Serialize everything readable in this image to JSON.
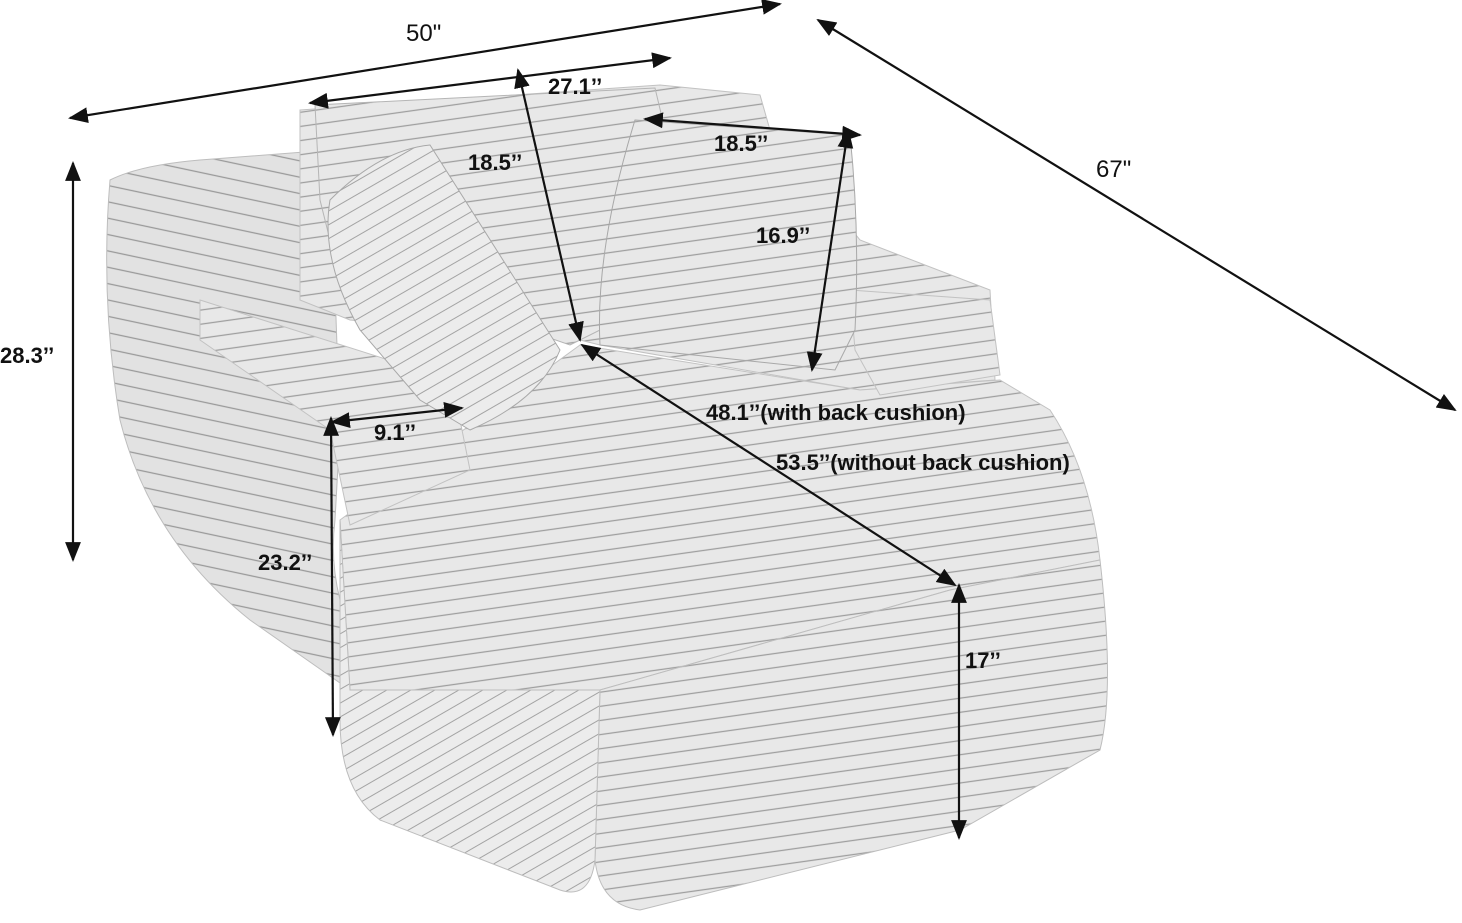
{
  "diagram": {
    "subject": "chaise lounge sofa with pillows",
    "upholstery_color": "#e6e6e6",
    "stripe_color": "#9a9a9a",
    "line_color": "#111111"
  },
  "dimensions": {
    "overall_width": "50\"",
    "overall_depth": "67\"",
    "overall_height": "28.3’’",
    "back_cushion_width": "27.1’’",
    "back_cushion_height": "18.5’’",
    "pillow_width": "18.5’’",
    "pillow_height": "16.9’’",
    "arm_width": "9.1’’",
    "arm_height": "23.2’’",
    "seat_depth_with_cushion": "48.1’’(with back cushion)",
    "seat_depth_without_cushion": "53.5’’(without back cushion)",
    "seat_height": "17’’"
  }
}
